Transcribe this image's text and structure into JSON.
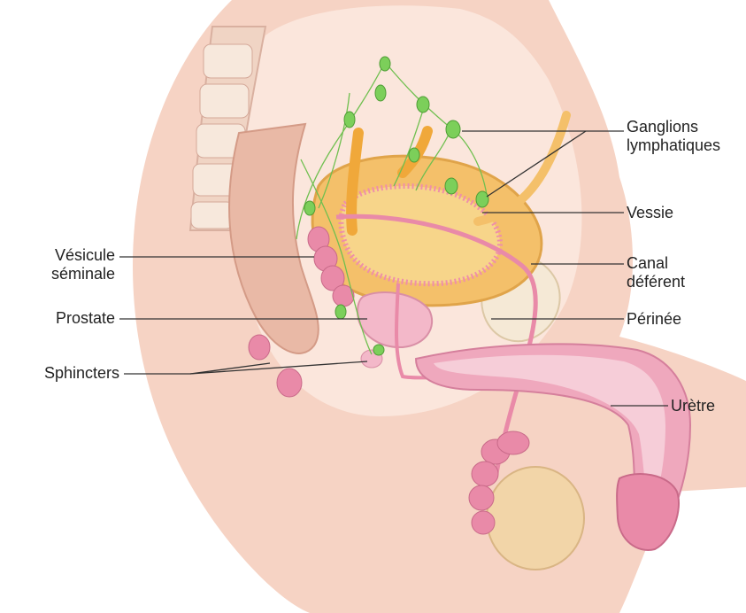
{
  "labels": {
    "ganglions_line1": "Ganglions",
    "ganglions_line2": "lymphatiques",
    "vessie": "Vessie",
    "canal_line1": "Canal",
    "canal_line2": "déférent",
    "perinee": "Périnée",
    "uretre": "Urètre",
    "vesicule_line1": "Vésicule",
    "vesicule_line2": "séminale",
    "prostate": "Prostate",
    "sphincters": "Sphincters"
  },
  "colors": {
    "skin": "#f6d3c4",
    "skin_light": "#fbe6dc",
    "bladder": "#f4c06a",
    "bladder_inner": "#f7d58a",
    "tissue_pink": "#e98aa8",
    "tissue_light": "#f3b8c9",
    "lymph_green": "#7ccf5a",
    "testis": "#f2d5a8",
    "leader_line": "#333333"
  }
}
